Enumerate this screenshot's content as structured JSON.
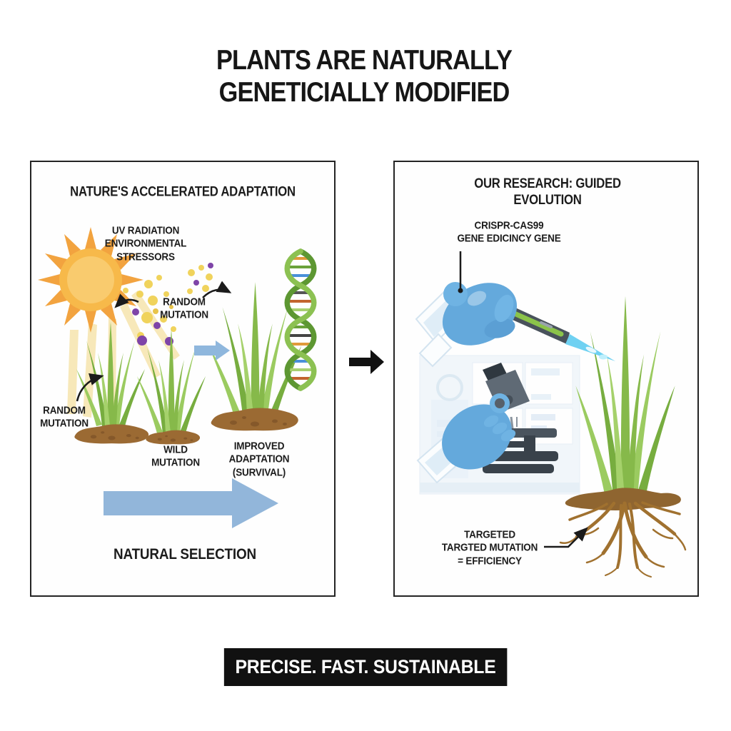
{
  "title": {
    "line1": "PLANTS ARE NATURALLY",
    "line2": "GENETICIALLY MODIFIED"
  },
  "left_panel": {
    "header": "NATURE'S ACCELERATED ADAPTATION",
    "stressor_label": "UV RADIATION\nENVIRONMENTAL\nSTRESSORS",
    "random_mutation_top_label": "RANDOM\nMUTATION",
    "random_mutation_left_label": "RANDOM\nMUTATION",
    "wild_mutation_label": "WILD\nMUTATION",
    "improved_adaptation_label": "IMPROVED\nADAPTATION\n(SURVIVAL)",
    "natural_selection_label": "NATURAL SELECTION"
  },
  "right_panel": {
    "header": "OUR RESEARCH: GUIDED EVOLUTION",
    "crispr_label": "CRISPR-CAS99\nGENE EDICINCY GENE",
    "targeted_label": "TARGETED\nTARGTED MUTATION\n= EFFICIENCY"
  },
  "footer": {
    "tagline": "PRECISE. FAST. SUSTAINABLE"
  },
  "icons": {
    "sun": "radial-sun-with-triangle-rays",
    "uv_beams": "pale-yellow-light-beams",
    "mutation_dots": "yellow-and-purple-scatter-dots",
    "grass_plant": "green-grass-tuft",
    "soil_mound": "brown-soil-blob",
    "dna_helix": "green-double-helix",
    "small_blue_arrow": "→",
    "natural_selection_arrow": "→",
    "panel_transition_arrow": "→",
    "gloved_hand": "blue-lab-glove",
    "gene_editing_pen": "dark-pen-tool-with-green-stripe-and-blue-tip",
    "microscope": "dark-gray-microscope",
    "lab_bench": "light-blue-lab-cabinets",
    "plant_roots": "brown-branching-roots"
  },
  "colors": {
    "background": "#ffffff",
    "text": "#1c1c1c",
    "panel_border": "#242424",
    "sun_ray_orange": "#f2a33f",
    "sun_core": "#f9cb6e",
    "beam_yellow": "#f6e2a6",
    "mutation_yellow": "#f0d35c",
    "mutation_purple": "#7e44a8",
    "grass_green": "#86b94a",
    "soil_brown": "#9b6a33",
    "arrow_blue": "#92b6da",
    "dna_green_dark": "#5d9732",
    "dna_green_light": "#8cc152",
    "glove_blue": "#64a9dc",
    "tool_dark": "#49525c",
    "tool_tip_blue": "#6fd1f2",
    "lab_blue": "#e7f0f8",
    "root_brown": "#a0712f",
    "footer_bg": "#111111",
    "footer_text": "#ffffff"
  }
}
